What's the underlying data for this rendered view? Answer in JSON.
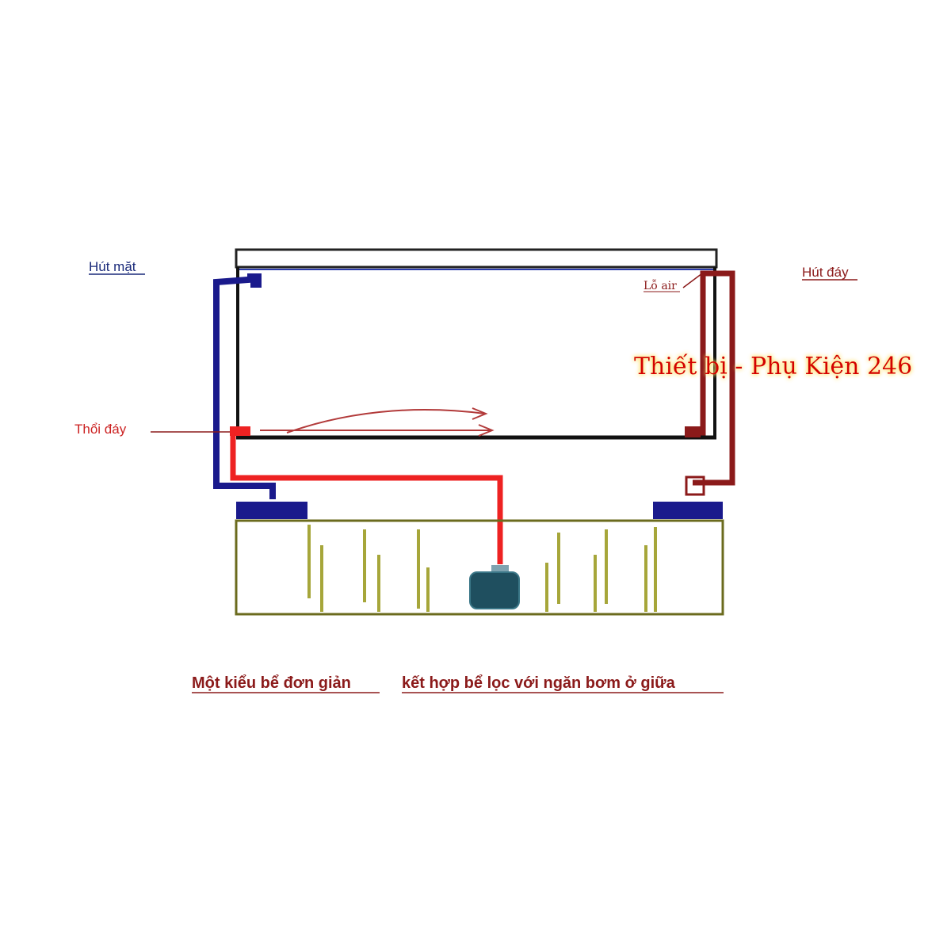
{
  "labels": {
    "surface_suction": "Hút mặt",
    "bottom_suction": "Hút đáy",
    "bottom_blow": "Thổi đáy",
    "air_hole": "Lỗ air",
    "watermark": "Thiết bị - Phụ Kiện 246",
    "caption_left": "Một kiểu bể đơn giản",
    "caption_right": "kết hợp bể lọc với ngăn bơm ở giữa"
  },
  "colors": {
    "surface_pipe": "#1a1a8c",
    "bottom_pipe": "#8b1a1a",
    "blow_pipe": "#ee2222",
    "tank_outline": "#111111",
    "filter_outline": "#6b6b1e",
    "baffle": "#a6a63a",
    "pump": "#1f4f5f",
    "label_blue": "#1a2a7a",
    "label_red": "#cc2222",
    "label_darkred": "#8b1a1a",
    "watermark": "#d40000"
  },
  "icons": {
    "pump": "pump-icon",
    "flow_arrow": "flow-arrow-icon"
  }
}
